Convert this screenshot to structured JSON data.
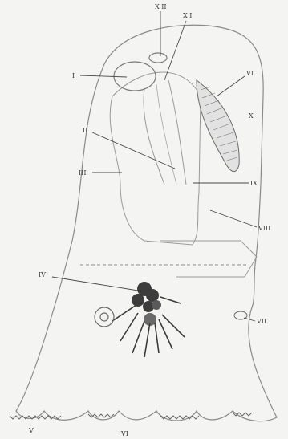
{
  "figure": {
    "labels": {
      "xii": "X II",
      "xi": "X I",
      "i": "I",
      "vi": "VI",
      "ii": "II",
      "x": "X",
      "iii": "III",
      "ix": "IX",
      "viii": "VIII",
      "iv": "IV",
      "vii": "VII",
      "v": "V",
      "vi_bottom": "VI"
    },
    "colors": {
      "background": "#f4f4f2",
      "outline": "#8a8a8a",
      "leader": "#4a4a4a",
      "dark_mass": "#3c3c3c"
    }
  }
}
